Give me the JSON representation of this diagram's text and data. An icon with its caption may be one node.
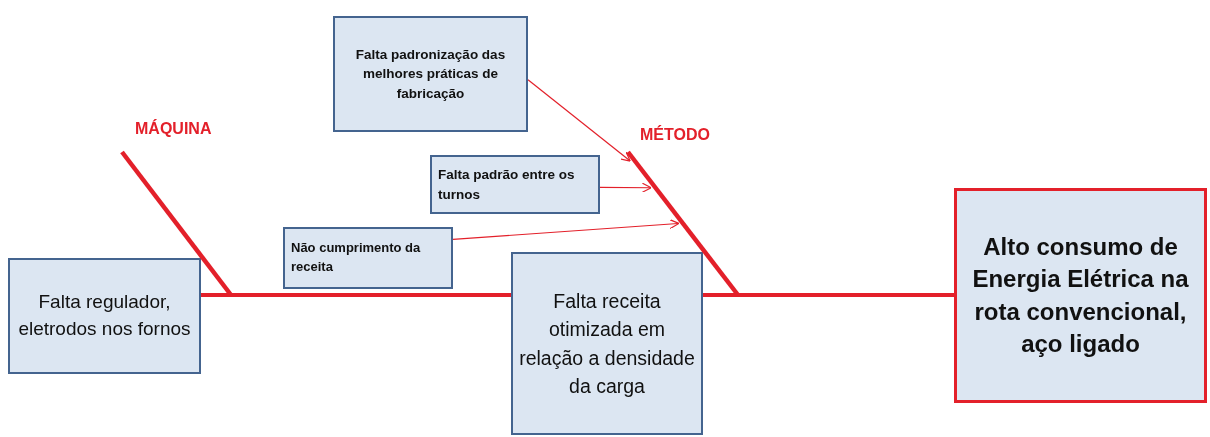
{
  "diagram": {
    "nodes": [
      {
        "text": [
          "Falta padronização das melhores práticas de fabricação"
        ]
      },
      {
        "text": [],
        "shape": "bar",
        "beside": [
          "MÁQUINA"
        ]
      },
      {
        "text": [],
        "shape": "bar",
        "beside": [
          "MÉTODO"
        ]
      },
      {
        "text": [
          "Falta padrão entre os turnos"
        ]
      },
      {
        "text": [
          "Não cumprimento da receita"
        ]
      },
      {
        "text": [
          "Falta regulador, eletrodos nos fornos"
        ]
      },
      {
        "text": [
          "Falta receita otimizada em relação a densidade da carga"
        ]
      },
      {
        "text": [
          "Alto consumo de Energia Elétrica na rota convencional, aço ligado"
        ]
      }
    ],
    "edges": [
      {
        "from": 0,
        "to": 2,
        "arrow": "to"
      },
      {
        "from": 3,
        "to": 2,
        "arrow": "to"
      },
      {
        "from": 4,
        "to": 2,
        "arrow": "to"
      },
      {
        "from": 5,
        "to": 6,
        "arrow": "none",
        "style": "thick"
      },
      {
        "from": 6,
        "to": 7,
        "arrow": "none",
        "style": "thick"
      }
    ]
  }
}
